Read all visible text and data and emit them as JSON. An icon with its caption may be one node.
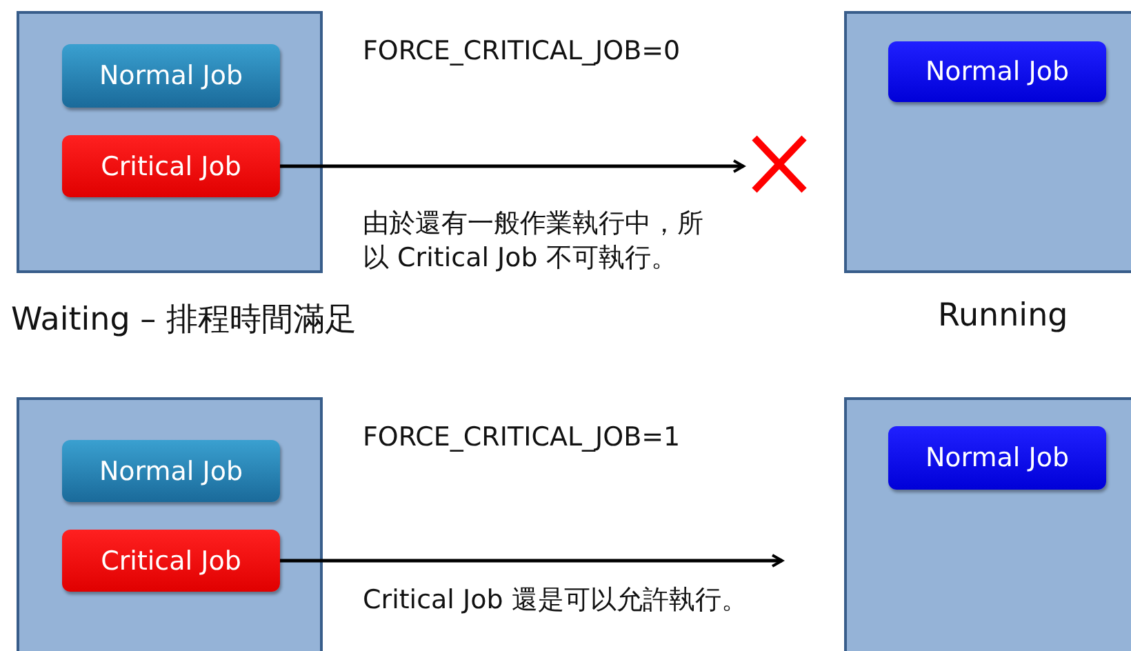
{
  "diagram": {
    "nodes": [
      {
        "text": [],
        "shape": "box"
      },
      {
        "text": [
          "Normal Job"
        ],
        "in": 0
      },
      {
        "text": [
          "Critical Job"
        ],
        "in": 0
      },
      {
        "text": [],
        "shape": "cross"
      },
      {
        "text": [],
        "shape": "box"
      },
      {
        "text": [
          "Normal Job"
        ],
        "in": 4
      },
      {
        "text": [],
        "shape": "box"
      },
      {
        "text": [
          "Normal Job"
        ],
        "in": 6
      },
      {
        "text": [
          "Critical Job"
        ],
        "in": 6
      },
      {
        "text": [],
        "shape": "box"
      },
      {
        "text": [
          "Normal Job"
        ],
        "in": 9
      }
    ],
    "edges": [
      {
        "from": 2,
        "to": 3,
        "arrow": "to"
      },
      {
        "from": 8,
        "to": null,
        "arrow": "to"
      }
    ],
    "labels": [
      "FORCE_CRITICAL_JOB=0",
      "由於還有一般作業執行中，所以 Critical Job 不可執行。",
      "Waiting – 排程時間滿足",
      "Running",
      "FORCE_CRITICAL_JOB=1",
      "Critical Job 還是可以允許執行。"
    ]
  }
}
